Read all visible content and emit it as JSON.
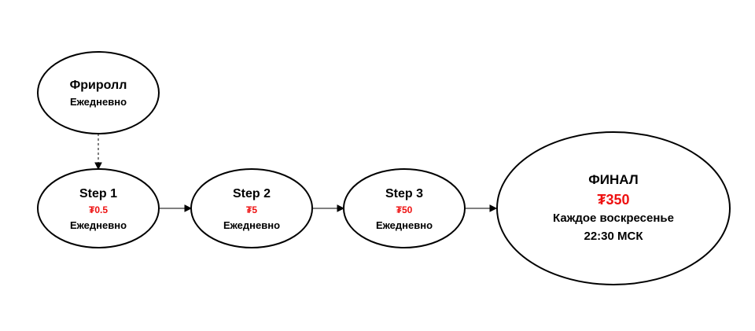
{
  "colors": {
    "prize": "#ee1111",
    "stroke": "#000000",
    "background": "#ffffff"
  },
  "nodes": {
    "freeroll": {
      "title": "Фриролл",
      "schedule": "Ежедневно"
    },
    "step1": {
      "title": "Step 1",
      "prize": "₮0.5",
      "schedule": "Ежедневно"
    },
    "step2": {
      "title": "Step 2",
      "prize": "₮5",
      "schedule": "Ежедневно"
    },
    "step3": {
      "title": "Step 3",
      "prize": "₮50",
      "schedule": "Ежедневно"
    },
    "final": {
      "title": "ФИНАЛ",
      "prize": "₮350",
      "schedule": "Каждое воскресенье",
      "time": "22:30 МСК"
    }
  },
  "edges": [
    {
      "from": "freeroll",
      "to": "step1",
      "style": "dashed"
    },
    {
      "from": "step1",
      "to": "step2",
      "style": "solid"
    },
    {
      "from": "step2",
      "to": "step3",
      "style": "solid"
    },
    {
      "from": "step3",
      "to": "final",
      "style": "solid"
    }
  ]
}
